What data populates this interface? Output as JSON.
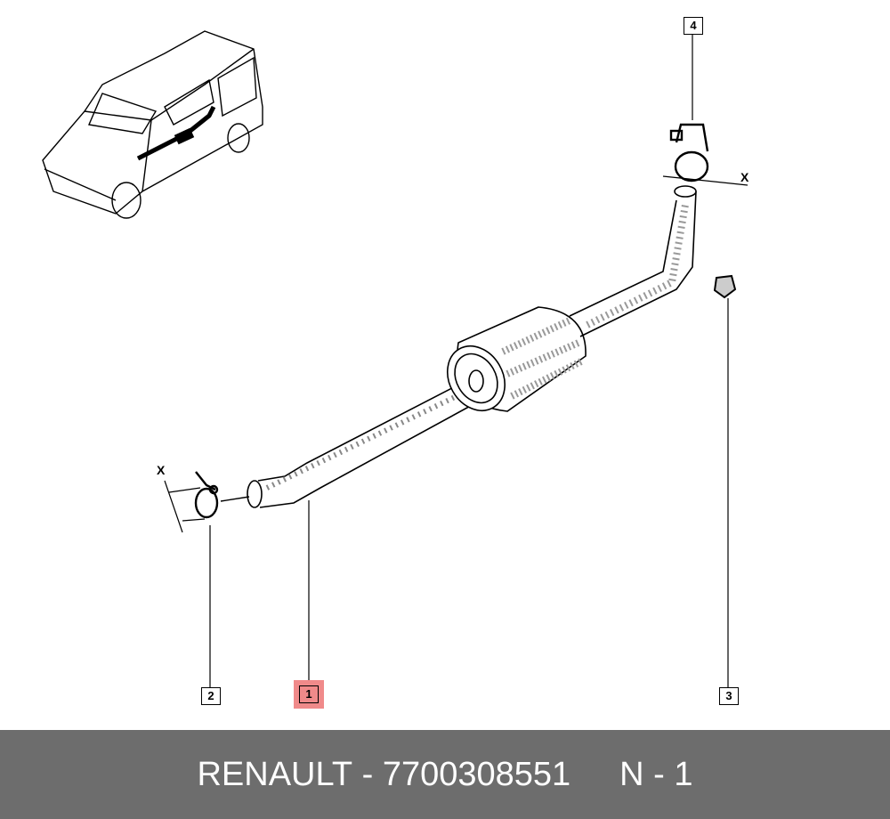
{
  "callouts": [
    {
      "label": "1",
      "highlighted": true
    },
    {
      "label": "2",
      "highlighted": false
    },
    {
      "label": "3",
      "highlighted": false
    },
    {
      "label": "4",
      "highlighted": false
    }
  ],
  "dimension_label": "X",
  "footer": {
    "brand": "RENAULT",
    "separator": "-",
    "part_number": "7700308551",
    "ref": "N - 1"
  },
  "colors": {
    "highlight": "#f08a8a",
    "footer_bg": "#6d6d6d"
  }
}
